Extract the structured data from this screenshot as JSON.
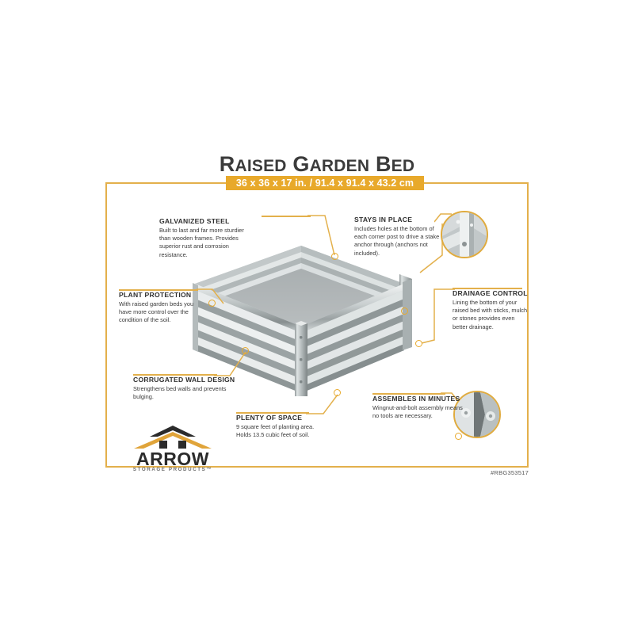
{
  "product": {
    "title_main": "RAISED",
    "title_full": "Raised Garden Bed",
    "dimensions": "36 x 36 x 17 in.  /  91.4 x 91.4 x 43.2 cm",
    "sku": "#RBG353517"
  },
  "title_words": [
    {
      "cap": "R",
      "rest": "AISED"
    },
    {
      "cap": "G",
      "rest": "ARDEN"
    },
    {
      "cap": "B",
      "rest": "ED"
    }
  ],
  "features": [
    {
      "id": "galvanized-steel",
      "heading": "GALVANIZED STEEL",
      "body": "Built to last and far more sturdier than wooden frames. Provides superior rust and corrosion resistance."
    },
    {
      "id": "stays-in-place",
      "heading": "STAYS IN PLACE",
      "body": "Includes holes at the bottom of each corner post to drive a stake anchor through (anchors not included)."
    },
    {
      "id": "plant-protection",
      "heading": "PLANT PROTECTION",
      "body": "With raised garden beds you have more control over the condition of the soil."
    },
    {
      "id": "drainage-control",
      "heading": "DRAINAGE CONTROL",
      "body": "Lining the bottom of your raised bed with sticks, mulch or stones provides even better drainage."
    },
    {
      "id": "corrugated-wall-design",
      "heading": "CORRUGATED WALL DESIGN",
      "body": "Strengthens bed walls and prevents bulging."
    },
    {
      "id": "plenty-of-space",
      "heading": "PLENTY OF SPACE",
      "body": "9 square feet of planting area. Holds 13.5 cubic feet of soil."
    },
    {
      "id": "assembles-in-minutes",
      "heading": "ASSEMBLES IN MINUTES",
      "body": "Wingnut-and-bolt assembly means no tools are necessary."
    }
  ],
  "brand": {
    "name": "ARROW",
    "tagline": "STORAGE PRODUCTS™"
  },
  "colors": {
    "gold": "#e3b04b",
    "gold_bar": "#e8a92b",
    "title_text": "#3b3b3b",
    "body_text": "#3a3a3a",
    "steel_light": "#e9ecec",
    "steel_mid": "#b9bfc0",
    "steel_dark": "#8d9495"
  },
  "insets": [
    {
      "id": "corner-stake-hole-photo"
    },
    {
      "id": "wingnut-hardware-photo"
    }
  ]
}
